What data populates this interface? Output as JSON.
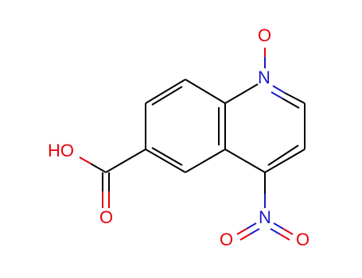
{
  "molecule": {
    "atoms": {
      "hydroxyl": "HO",
      "carbonyl_oxygen": "O",
      "ring_nitrogen": "N",
      "n_oxide_oxygen": "O",
      "nitro_nitrogen": "N",
      "nitro_oxygen_left": "O",
      "nitro_oxygen_right": "O"
    }
  },
  "colors": {
    "bond": "#000000",
    "oxygen": "#e8000b",
    "nitrogen": "#1a1ac8",
    "background": "#ffffff"
  }
}
